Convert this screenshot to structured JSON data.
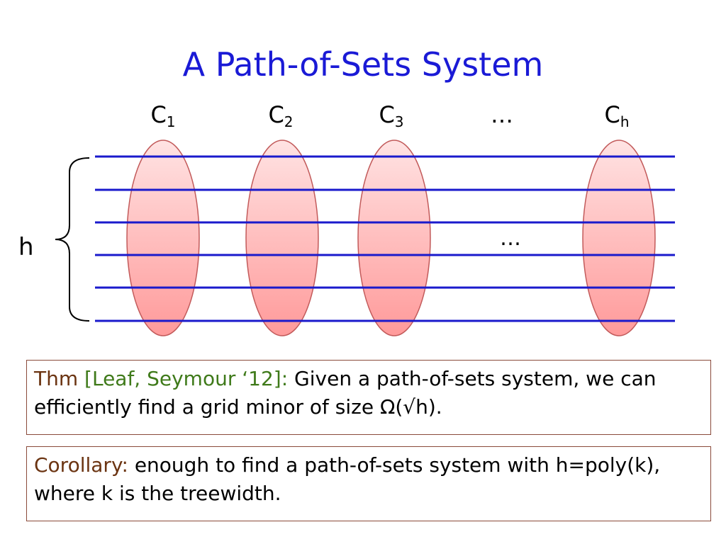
{
  "title": "A Path-of-Sets System",
  "columns": [
    {
      "main": "C",
      "sub": "1"
    },
    {
      "main": "C",
      "sub": "2"
    },
    {
      "main": "C",
      "sub": "3"
    },
    {
      "main": "…",
      "sub": ""
    },
    {
      "main": "C",
      "sub": "h"
    }
  ],
  "brace_label": "h",
  "middle_ellipsis": "…",
  "theorem": {
    "prefix": "Thm",
    "citation": "[Leaf, Seymour ‘12]:",
    "text": "Given a path-of-sets system, we can efficiently find a grid minor of size Ω(√h)."
  },
  "corollary": {
    "prefix": "Corollary:",
    "text": "enough to find a path-of-sets system with h=poly(k), where k is the treewidth."
  },
  "colors": {
    "title": "#1a1ad6",
    "path_lines": "#1a1acc",
    "ellipse_fill_top": "#ffe3e3",
    "ellipse_fill_bottom": "#ff9a9a",
    "ellipse_stroke": "#c25a5a",
    "box_border": "#8a4a3a",
    "theorem_prefix": "#6b3412",
    "citation": "#3f7a1a"
  }
}
